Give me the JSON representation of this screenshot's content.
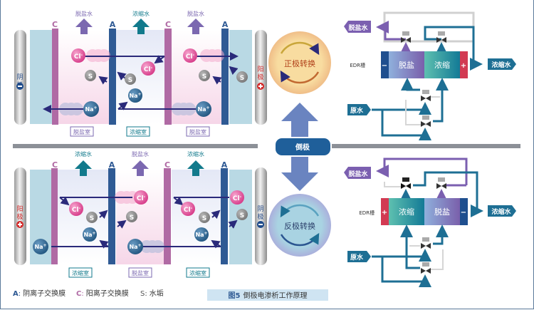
{
  "figure": {
    "caption_num": "图5",
    "caption_text": "倒极电渗析工作原理",
    "legend": [
      {
        "key": "A",
        "sep": ":",
        "text": "阴离子交换膜",
        "color": "#2f5a94"
      },
      {
        "key": "C",
        "sep": ":",
        "text": "阳离子交换膜",
        "color": "#b06aa4"
      },
      {
        "key": "S",
        "sep": ":",
        "text": "水垢",
        "color": "#555555"
      }
    ]
  },
  "top_cell": {
    "outlets": [
      "脱盐水",
      "浓缩水",
      "脱盐水"
    ],
    "membranes": [
      "C",
      "A",
      "C",
      "A"
    ],
    "left_electrode": {
      "name": "阴极",
      "sign": "−"
    },
    "right_electrode": {
      "name": "阳极",
      "sign": "+"
    },
    "chambers": [
      "脱盐室",
      "浓缩室",
      "脱盐室"
    ],
    "ions": {
      "cl": "Cl",
      "na": "Na",
      "s": "S"
    }
  },
  "bottom_cell": {
    "outlets": [
      "浓缩水",
      "脱盐水",
      "浓缩水"
    ],
    "membranes": [
      "C",
      "A",
      "C",
      "A"
    ],
    "left_electrode": {
      "name": "阳极",
      "sign": "+"
    },
    "right_electrode": {
      "name": "阴极",
      "sign": "−"
    },
    "chambers": [
      "浓缩室",
      "脱盐室",
      "浓缩室"
    ],
    "ions": {
      "cl": "Cl",
      "na": "Na",
      "s": "S"
    }
  },
  "center": {
    "forward": "正极转换",
    "reverse": "反极转换",
    "switch": "倒极"
  },
  "flow_top": {
    "edr_label": "EDR槽",
    "left_sign": "−",
    "right_sign": "+",
    "seg1": "脱盐",
    "seg2": "浓缩",
    "desal_out": "脱盐水",
    "conc_out": "浓缩水",
    "raw_in": "原水"
  },
  "flow_bottom": {
    "edr_label": "EDR槽",
    "left_sign": "+",
    "right_sign": "−",
    "seg1": "浓缩",
    "seg2": "脱盐",
    "desal_out": "脱盐水",
    "conc_out": "浓缩水",
    "raw_in": "原水"
  },
  "colors": {
    "anion_membrane": "#2f5a94",
    "cation_membrane": "#b06aa4",
    "desalted": "#7b68b0",
    "concentrate": "#127a8c",
    "cl_ion": "#e0509a",
    "na_ion": "#2d6a96",
    "scale": "#8a8a8a",
    "divider": "#8c9097"
  }
}
